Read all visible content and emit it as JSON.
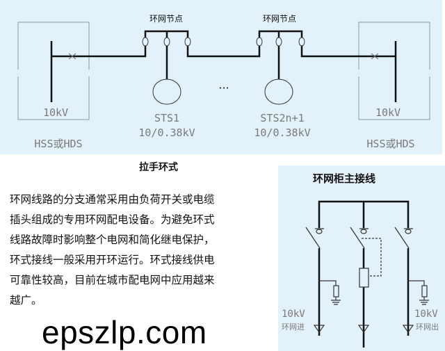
{
  "top_diagram": {
    "node_label_1": "环网节点",
    "node_label_2": "环网节点",
    "left_voltage": "10kV",
    "right_voltage": "10kV",
    "left_station": "HSS或HDS",
    "right_station": "HSS或HDS",
    "sts1_name": "STS1",
    "sts1_ratio": "10/0.38kV",
    "sts2_name": "STS2n+1",
    "sts2_ratio": "10/0.38kV",
    "ellipsis": "···"
  },
  "caption": "拉手环式",
  "description": [
    "环网线路的分支通常采用由负荷开关或电缆",
    "插头组成的专用环网配电设备。为避免环式",
    "线路故障时影响整个电网和简化继电保护，",
    "环式接线一般采用开环运行。环式接线供电",
    "可靠性较高，目前在城市配电网中应用越来",
    "越广。"
  ],
  "panel": {
    "title": "环网柜主接线",
    "in_voltage": "10kV",
    "in_label": "环网进",
    "out_voltage": "10kV",
    "out_label": "环网出"
  },
  "watermark": "epszlp.com"
}
